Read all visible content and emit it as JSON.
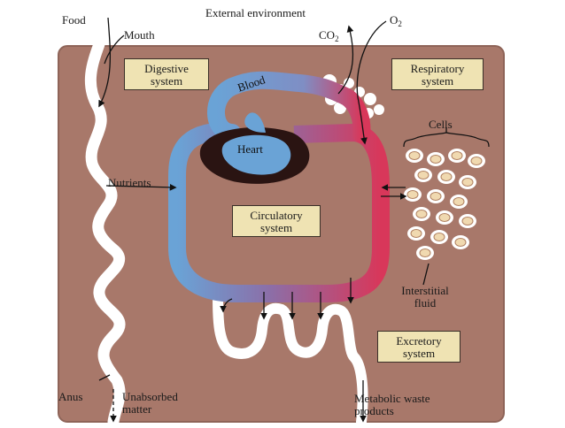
{
  "labels": {
    "food": "Food",
    "mouth": "Mouth",
    "external_environment": "External environment",
    "co2": "CO",
    "co2_sub": "2",
    "o2": "O",
    "o2_sub": "2",
    "blood": "Blood",
    "heart": "Heart",
    "cells": "Cells",
    "nutrients": "Nutrients",
    "interstitial_fluid_line1": "Interstitial",
    "interstitial_fluid_line2": "fluid",
    "anus": "Anus",
    "unabsorbed_matter_line1": "Unabsorbed",
    "unabsorbed_matter_line2": "matter",
    "metabolic_waste_line1": "Metabolic waste",
    "metabolic_waste_line2": "products"
  },
  "boxes": {
    "digestive": [
      "Digestive",
      "system"
    ],
    "respiratory": [
      "Respiratory",
      "system"
    ],
    "circulatory": [
      "Circulatory",
      "system"
    ],
    "excretory": [
      "Excretory",
      "system"
    ]
  },
  "colors": {
    "body_tissue": "#a8786a",
    "body_tissue_dark": "#8e6458",
    "lumen": "#ffffff",
    "oxygen_poor_blood": "#6aa3d6",
    "oxygen_rich_blood": "#d8375a",
    "heart_dark": "#2a1412",
    "label_box": "#efe3b3"
  }
}
